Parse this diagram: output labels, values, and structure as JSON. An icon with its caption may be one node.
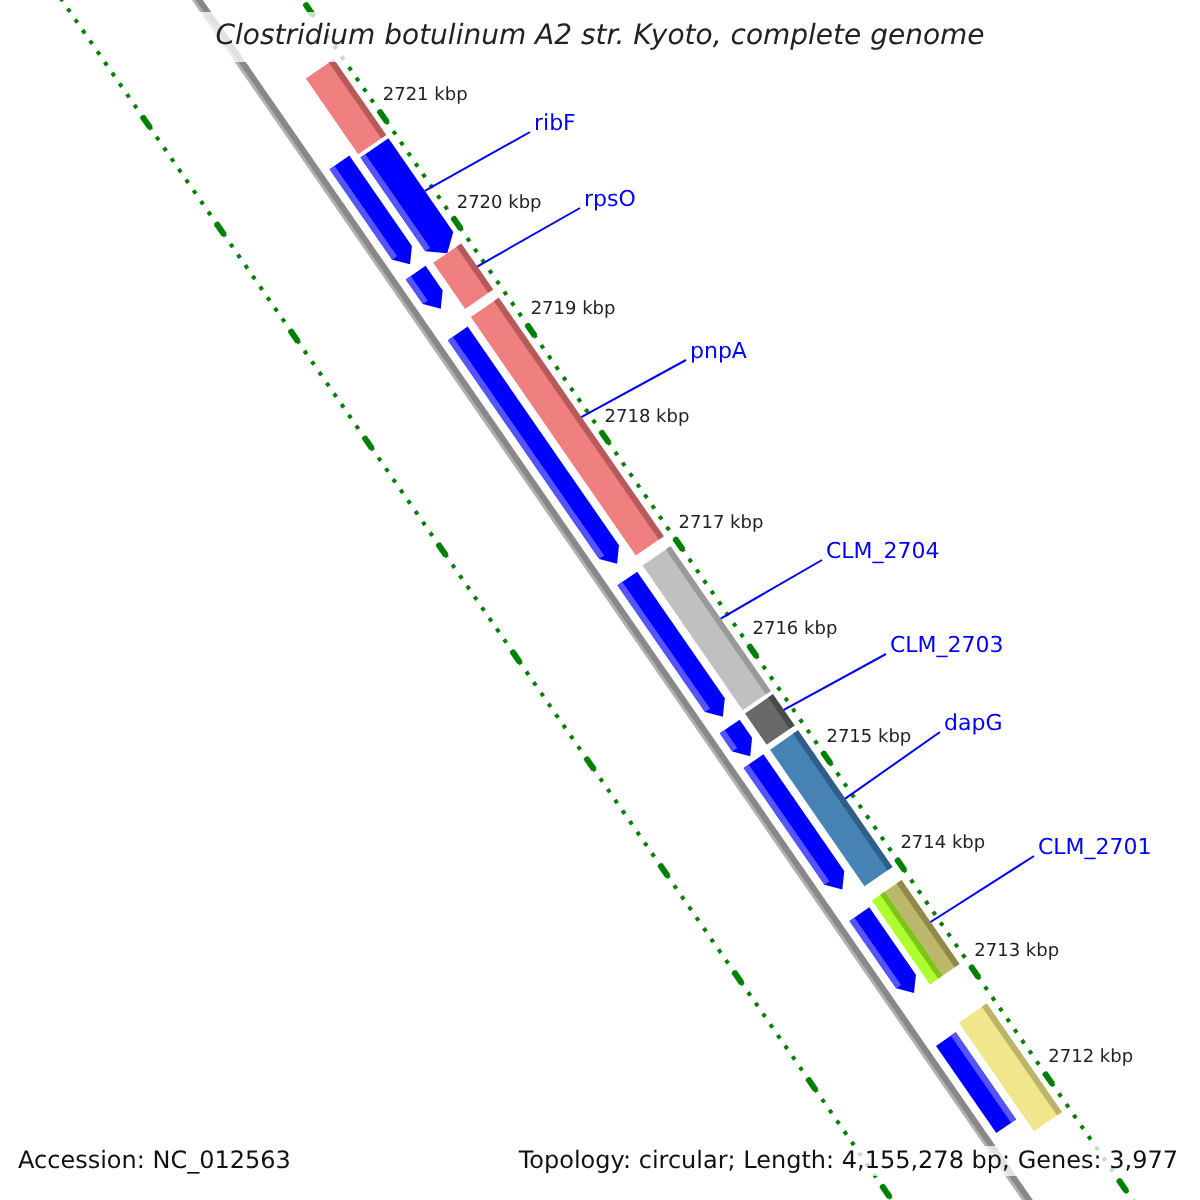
{
  "diagram": {
    "title": "Clostridium botulinum A2 str. Kyoto, complete genome",
    "nodes": [
      {
        "text": [
          "ribF"
        ]
      },
      {
        "text": [
          "rpsO"
        ]
      },
      {
        "text": [
          "pnpA"
        ]
      },
      {
        "text": [
          "CLM_2704"
        ]
      },
      {
        "text": [
          "CLM_2703"
        ]
      },
      {
        "text": [
          "dapG"
        ]
      },
      {
        "text": [
          "CLM_2701"
        ]
      },
      {
        "text": [],
        "shape": "bar"
      },
      {
        "text": [],
        "shape": "arrow"
      },
      {
        "text": [],
        "shape": "arrow"
      },
      {
        "text": [],
        "shape": "arrow"
      },
      {
        "text": [],
        "shape": "bar"
      },
      {
        "text": [],
        "shape": "bar"
      },
      {
        "text": [],
        "shape": "arrow"
      },
      {
        "text": [],
        "shape": "bar"
      },
      {
        "text": [],
        "shape": "arrow"
      },
      {
        "text": [],
        "shape": "bar"
      },
      {
        "text": [],
        "shape": "arrow"
      },
      {
        "text": [],
        "shape": "arrow"
      },
      {
        "text": [],
        "shape": "bar"
      },
      {
        "text": [],
        "shape": "bar"
      },
      {
        "text": [],
        "shape": "bar"
      },
      {
        "text": [],
        "shape": "arrow"
      },
      {
        "text": [],
        "shape": "bar"
      },
      {
        "text": [],
        "shape": "bar"
      }
    ],
    "edges": [
      {
        "from": 0,
        "to": 9,
        "arrow": "none"
      },
      {
        "from": 1,
        "to": 11,
        "arrow": "none"
      },
      {
        "from": 2,
        "to": 12,
        "arrow": "none"
      },
      {
        "from": 3,
        "to": 14,
        "arrow": "none"
      },
      {
        "from": 4,
        "to": 16,
        "arrow": "none"
      },
      {
        "from": 5,
        "to": 19,
        "arrow": "none"
      },
      {
        "from": 6,
        "to": 21,
        "arrow": "none"
      }
    ],
    "labels": [
      "2721 kbp",
      "2720 kbp",
      "2719 kbp",
      "2718 kbp",
      "2717 kbp",
      "2716 kbp",
      "2715 kbp",
      "2714 kbp",
      "2713 kbp",
      "2712 kbp",
      "Accession: NC_012563",
      "Topology: circular; Length: 4,155,278 bp; Genes: 3,977"
    ]
  }
}
